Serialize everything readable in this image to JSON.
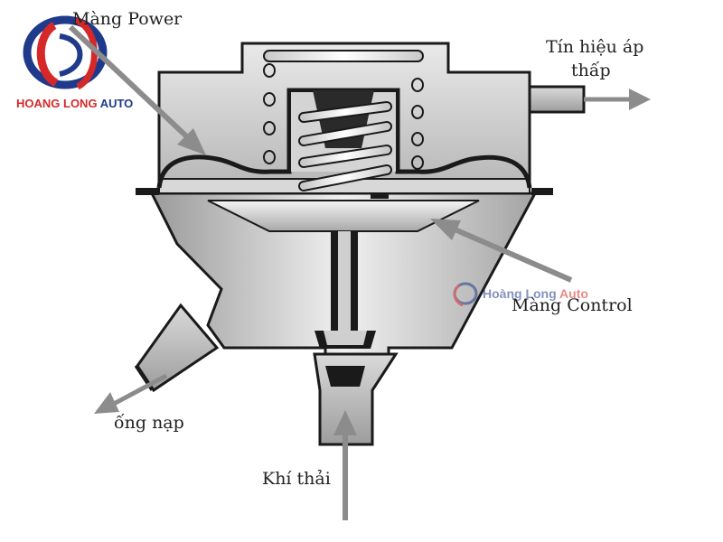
{
  "labels": {
    "power": "Màng Power",
    "signal_line1": "Tín hiệu áp",
    "signal_line2": "thấp",
    "control": "Màng Control",
    "intake": "ống nạp",
    "exhaust": "Khí thải"
  },
  "logo": {
    "name": "HOANG LONG",
    "suffix": "AUTO"
  },
  "watermark": {
    "name": "Hoàng Long",
    "suffix": "Auto"
  },
  "colors": {
    "arrow": "#8c8c8c",
    "logo_blue": "#1f3a8a",
    "logo_red": "#d62828",
    "body_light": "#e6e6e6",
    "body_dark": "#9a9a9a",
    "outline": "#1a1a1a"
  }
}
